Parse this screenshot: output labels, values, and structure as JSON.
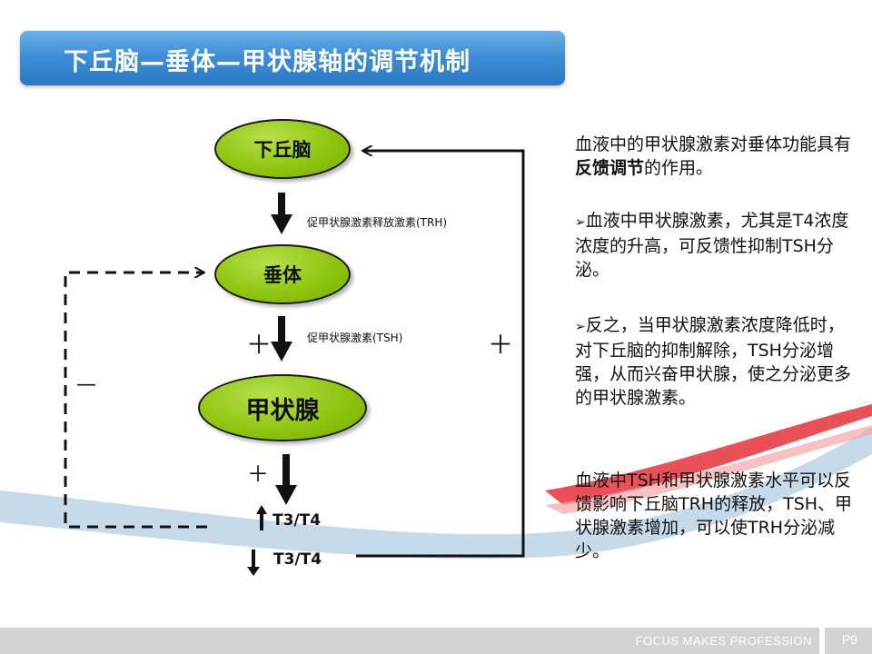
{
  "title": "下丘脑—垂体—甲状腺轴的调节机制",
  "nodes": {
    "hypothalamus": "下丘脑",
    "pituitary": "垂体",
    "thyroid": "甲状腺"
  },
  "labels": {
    "trh": "促甲状腺激素释放激素(TRH)",
    "tsh": "促甲状腺激素(TSH)",
    "plus": "＋",
    "minus": "—",
    "t3t4_up": "T3/T4",
    "t3t4_down": "T3/T4"
  },
  "side_text": {
    "p1_a": "血液中的甲状腺激素对垂体功能具有",
    "p1_bold": "反馈调节",
    "p1_b": "的作用。",
    "bullet_glyph": "➢",
    "p2": "血液中甲状腺激素，尤其是T4浓度浓度的升高，可反馈性抑制TSH分泌。",
    "p3": "反之，当甲状腺激素浓度降低时，对下丘脑的抑制解除，TSH分泌增强，从而兴奋甲状腺，使之分泌更多的甲状腺激素。",
    "p4": "血液中TSH和甲状腺激素水平可以反馈影响下丘脑TRH的释放，TSH、甲状腺激素增加，可以使TRH分泌减少。"
  },
  "footer": {
    "slogan": "FOCUS MAKES PROFESSION",
    "page": "P9"
  },
  "colors": {
    "title_bar": "#3f8fd6",
    "node_fill": "#8cc30d",
    "footer": "#d3d3d3"
  }
}
